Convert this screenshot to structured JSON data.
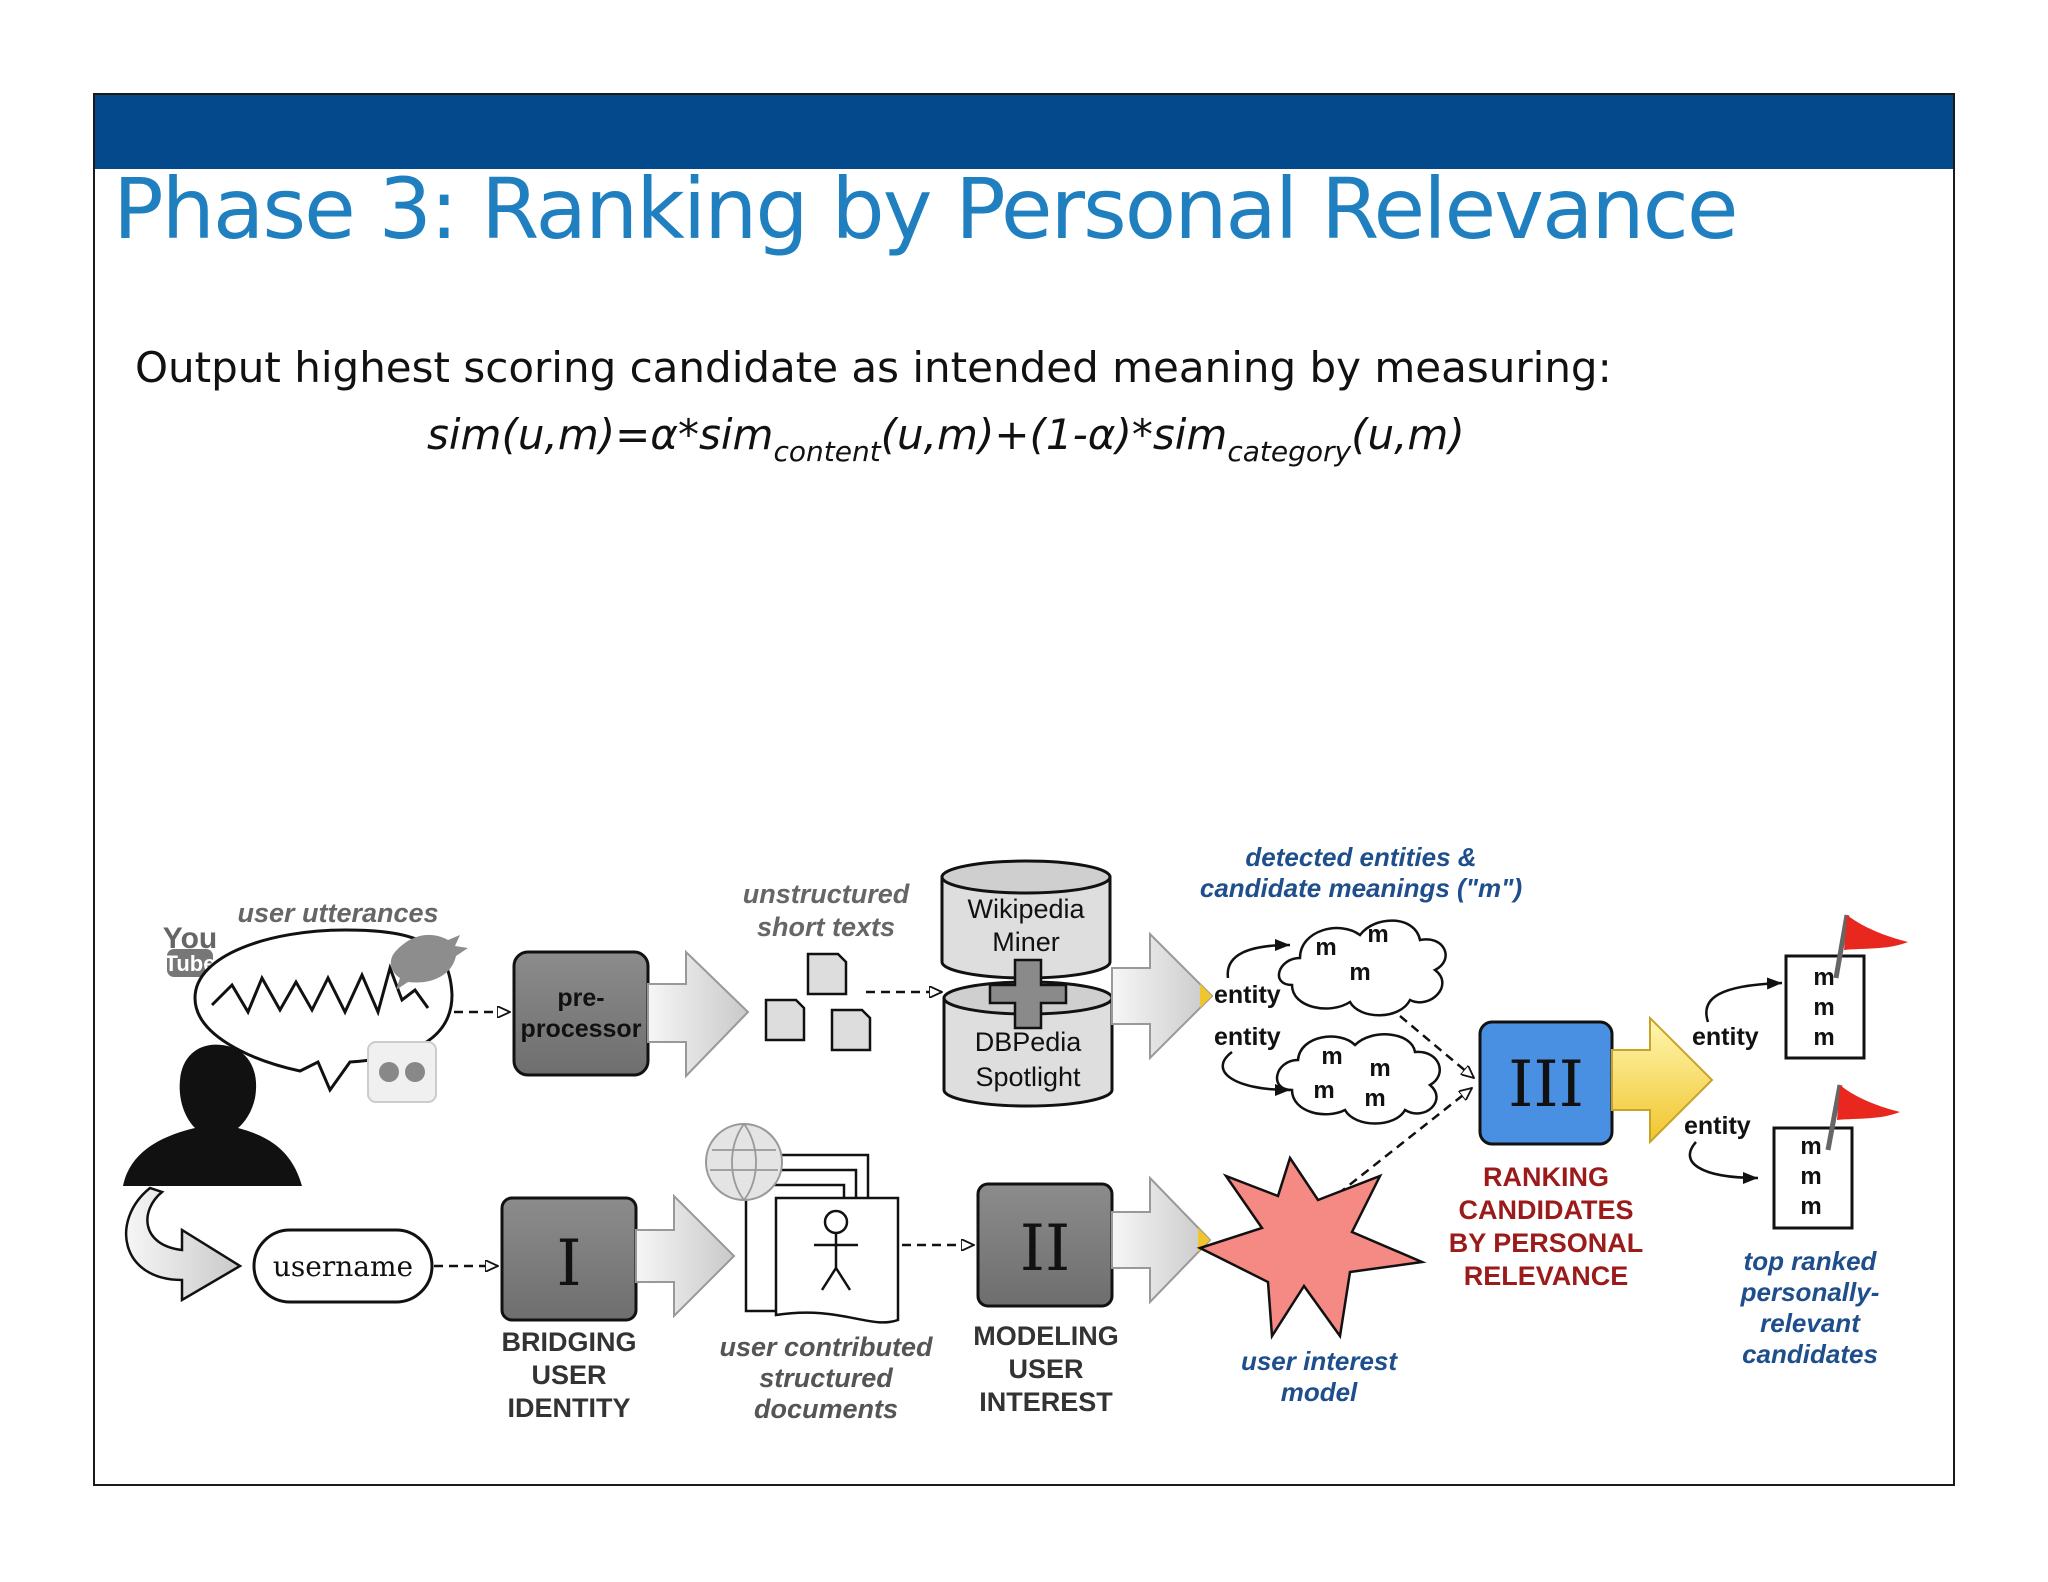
{
  "slide": {
    "title": "Phase 3: Ranking by Personal Relevance",
    "body": "Output highest scoring candidate as intended meaning by measuring:",
    "formula": {
      "p1": "sim(u,m)=α*sim",
      "sub1": "content",
      "p2": "(u,m)+(1-α)*sim",
      "sub2": "category",
      "p3": "(u,m)"
    }
  },
  "diagram": {
    "logo_you": "You",
    "logo_tube": "Tube",
    "user_utterances": "user utterances",
    "preprocessor_l1": "pre-",
    "preprocessor_l2": "processor",
    "unstructured_l1": "unstructured",
    "unstructured_l2": "short texts",
    "wikipedia_l1": "Wikipedia",
    "wikipedia_l2": "Miner",
    "dbpedia_l1": "DBPedia",
    "dbpedia_l2": "Spotlight",
    "detected_l1": "detected entities &",
    "detected_l2": "candidate meanings (\"m\")",
    "entity": "entity",
    "m": "m",
    "stage1": "I",
    "stage2": "II",
    "stage3": "III",
    "username": "username",
    "bridging_l1": "BRIDGING",
    "bridging_l2": "USER",
    "bridging_l3": "IDENTITY",
    "docs_l1": "user contributed",
    "docs_l2": "structured",
    "docs_l3": "documents",
    "modeling_l1": "MODELING",
    "modeling_l2": "USER",
    "modeling_l3": "INTEREST",
    "interest_l1": "user interest",
    "interest_l2": "model",
    "ranking_l1": "RANKING",
    "ranking_l2": "CANDIDATES",
    "ranking_l3": "BY PERSONAL",
    "ranking_l4": "RELEVANCE",
    "top_l1": "top ranked",
    "top_l2": "personally-",
    "top_l3": "relevant",
    "top_l4": "candidates"
  },
  "colors": {
    "title_bar": "#03498c",
    "title_text": "#1f7fbf",
    "italic_blue": "#1f4e8c",
    "ranking_red": "#9b1b1b",
    "stage3_blue": "#4a90e2",
    "star_red": "#f58a84",
    "flag_red": "#e8281e"
  }
}
